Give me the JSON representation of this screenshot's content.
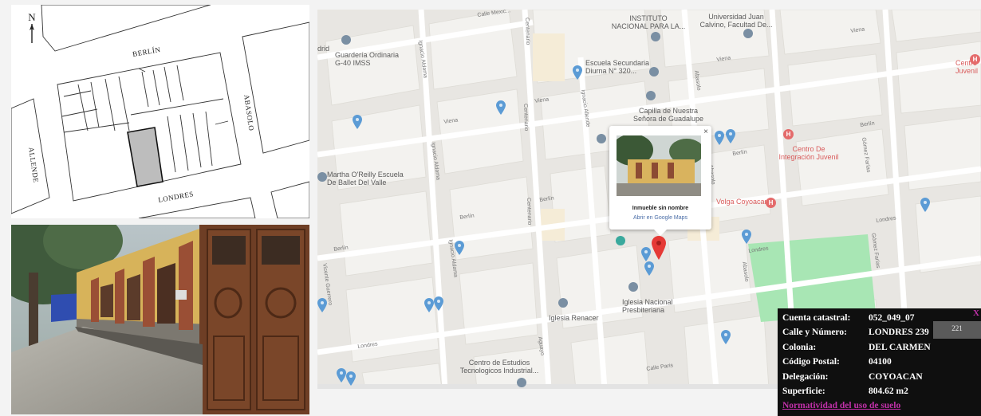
{
  "plan": {
    "north_label": "N",
    "streets": {
      "berlin": "BERLÍN",
      "londres": "LONDRES",
      "allende": "ALLENDE",
      "abasolo": "ABASOLO"
    }
  },
  "map": {
    "places": {
      "instituto": "INSTITUTO\nNACIONAL PARA LA...",
      "universidad": "Universidad Juan\nCalvino, Facultad De...",
      "guarderia": "Guardería Ordinaria\nG-40 IMSS",
      "escuela_secundaria": "Escuela Secundaria\nDiurna N° 320...",
      "capilla": "Capilla de Nuestra\nSeñora de Guadalupe",
      "martha": "Martha O'Reilly Escuela\nDe Ballet Del Valle",
      "centro_integracion": "Centro De\nIntegración Juvenil",
      "volga": "Volga Coyoacan",
      "iglesia_renacer": "Iglesia Renacer",
      "iglesia_nacional": "Iglesia Nacional\nPresbiteriana",
      "centro_estudios": "Centro de Estudios\nTecnologicos Industrial...",
      "centro_right": "Centro\nJuvenil",
      "madrid_left": "drid"
    },
    "streets": {
      "calle_mexico": "Calle Mexic...",
      "centenario": "Centenario",
      "ignacio_aldama": "Ignacio Aldama",
      "viena": "Viena",
      "berlin": "Berlín",
      "londres": "Londres",
      "ignacio_allende": "Ignacio Allende",
      "abasolo": "Abasolo",
      "gomez_farias": "Gómez Farías",
      "vicente_guerrero": "Vicente Guerrero",
      "aguayo": "Aguayo",
      "calle_paris": "Calle Paris"
    },
    "infowindow": {
      "close": "×",
      "title": "Inmueble sin nombre",
      "link": "Abrir en Google Maps"
    },
    "poi_h_label": "H"
  },
  "property": {
    "close": "X",
    "badge": "221",
    "rows": [
      {
        "key": "Cuenta catastral:",
        "value": "052_049_07"
      },
      {
        "key": "Calle y Número:",
        "value": "LONDRES 239"
      },
      {
        "key": "Colonia:",
        "value": "DEL CARMEN"
      },
      {
        "key": "Código Postal:",
        "value": "04100"
      },
      {
        "key": "Delegación:",
        "value": "COYOACAN"
      },
      {
        "key": "Superficie:",
        "value": "804.62 m2"
      }
    ],
    "link": "Normatividad del uso de suelo"
  },
  "colors": {
    "accent_magenta": "#c030a8",
    "pin_red": "#e53935",
    "pin_blue": "#5b9bd5",
    "park_green": "#a8e6b4"
  }
}
